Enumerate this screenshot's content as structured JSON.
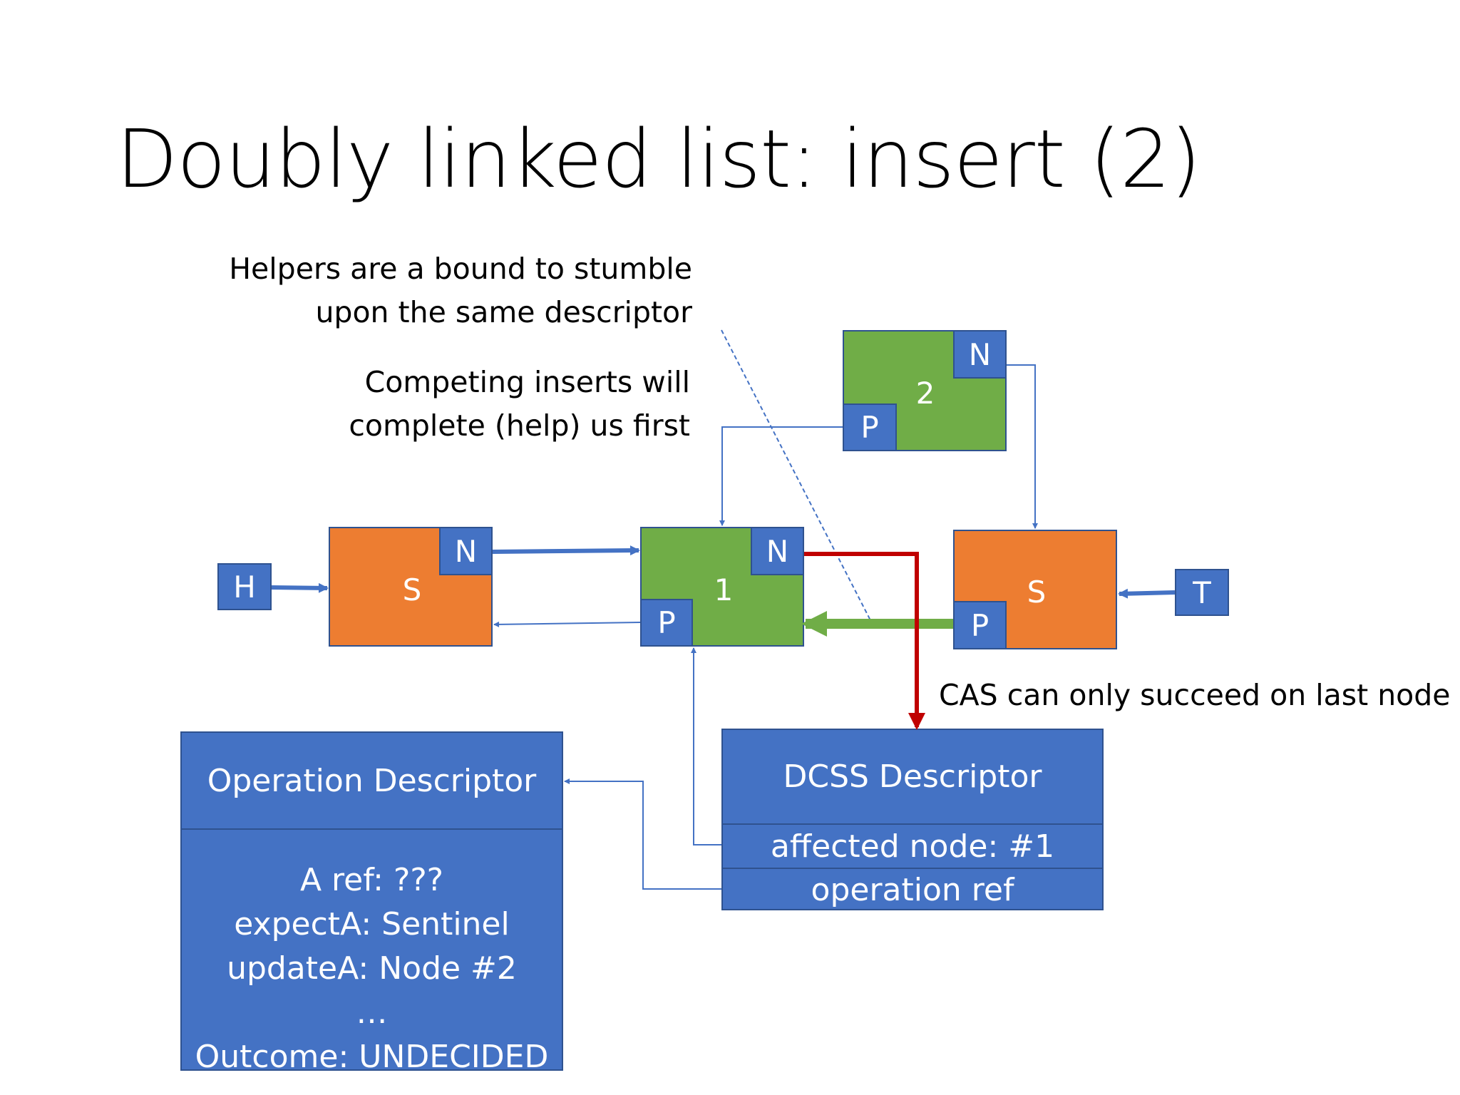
{
  "title": "Doubly linked list: insert (2)",
  "notes": {
    "helpers": [
      "Helpers are a bound to stumble",
      "upon the same descriptor"
    ],
    "competing": [
      "Competing inserts will",
      "complete (help) us first"
    ],
    "cas": "CAS can only succeed on last node"
  },
  "nodes": {
    "head_ptr": "H",
    "tail_ptr": "T",
    "sentinel_left": {
      "label": "S",
      "next": "N"
    },
    "node1": {
      "label": "1",
      "next": "N",
      "prev": "P"
    },
    "node2": {
      "label": "2",
      "next": "N",
      "prev": "P"
    },
    "sentinel_right": {
      "label": "S",
      "prev": "P"
    }
  },
  "operation_descriptor": {
    "title": "Operation Descriptor",
    "fields": [
      "A ref: ???",
      "expectA: Sentinel",
      "updateA: Node #2",
      "…",
      "Outcome: UNDECIDED"
    ]
  },
  "dcss_descriptor": {
    "title": "DCSS Descriptor",
    "fields": [
      "affected node: #1",
      "operation ref"
    ]
  },
  "colors": {
    "sentinel": "#ed7d31",
    "node": "#70ad47",
    "pointer": "#4472c4",
    "border": "#2f528f",
    "cas_arrow": "#c00000",
    "prev_arrow": "#70ad47"
  }
}
